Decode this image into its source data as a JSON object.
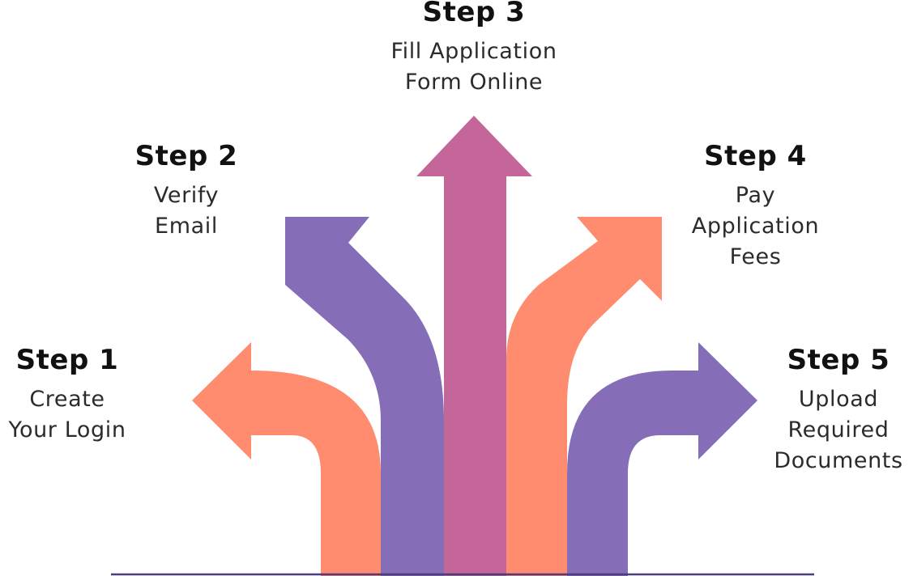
{
  "colors": {
    "orange": "#FF8C6E",
    "purple": "#856DB8",
    "pink": "#C46699",
    "baseline": "#4A3F7A"
  },
  "steps": [
    {
      "title": "Step 1",
      "lines": [
        "Create",
        "Your Login"
      ],
      "arrow_color": "orange",
      "arrow_direction": "left"
    },
    {
      "title": "Step 2",
      "lines": [
        "Verify",
        "Email"
      ],
      "arrow_color": "purple",
      "arrow_direction": "up-left"
    },
    {
      "title": "Step 3",
      "lines": [
        "Fill Application",
        "Form Online"
      ],
      "arrow_color": "pink",
      "arrow_direction": "up"
    },
    {
      "title": "Step 4",
      "lines": [
        "Pay",
        "Application",
        "Fees"
      ],
      "arrow_color": "orange",
      "arrow_direction": "up-right"
    },
    {
      "title": "Step 5",
      "lines": [
        "Upload",
        "Required",
        "Documents"
      ],
      "arrow_color": "purple",
      "arrow_direction": "right"
    }
  ]
}
